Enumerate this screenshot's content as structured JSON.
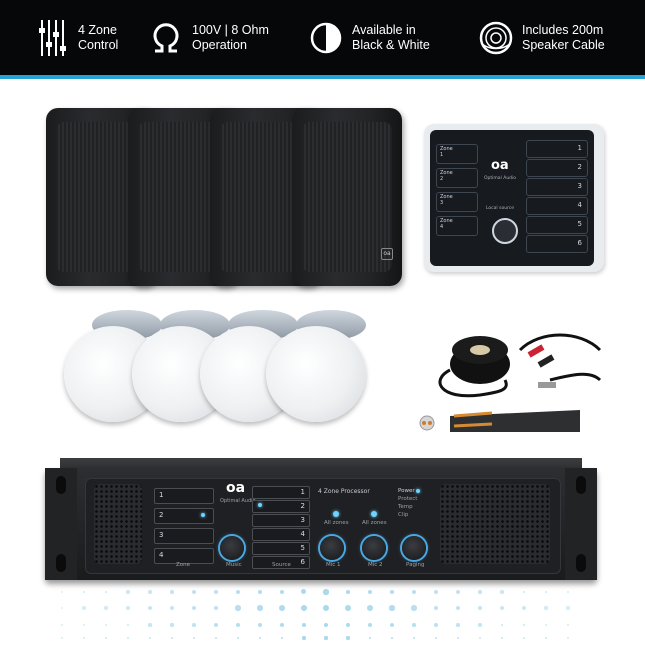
{
  "features": [
    {
      "icon": "sliders-icon",
      "label": "4 Zone\nControl"
    },
    {
      "icon": "ohm-icon",
      "label": "100V | 8 Ohm\nOperation"
    },
    {
      "icon": "half-circle-icon",
      "label": "Available in\nBlack & White"
    },
    {
      "icon": "cable-reel-icon",
      "label": "Includes 200m\nSpeaker Cable"
    }
  ],
  "colors": {
    "banner": "#050709",
    "accent": "#25a3d8"
  },
  "wall_panel": {
    "logo_text": "Optimal Audio",
    "source_label": "Local source",
    "zone_buttons": [
      "Zone\n1",
      "Zone\n2",
      "Zone\n3",
      "Zone\n4"
    ],
    "source_buttons": [
      "1",
      "2",
      "3",
      "4",
      "5",
      "6"
    ]
  },
  "amplifier": {
    "logo_text": "Optimal Audio",
    "model": "4 Zone Processor",
    "zone_buttons": [
      "1",
      "2",
      "3",
      "4"
    ],
    "source_buttons": [
      "1",
      "2",
      "3",
      "4",
      "5",
      "6"
    ],
    "status": [
      "Power",
      "Protect",
      "Temp",
      "Clip"
    ],
    "all_zones": [
      "All zones",
      "All zones"
    ],
    "knob_labels": [
      "Zone",
      "Music",
      "Source",
      "Mic 1",
      "Mic 2",
      "Paging"
    ]
  }
}
